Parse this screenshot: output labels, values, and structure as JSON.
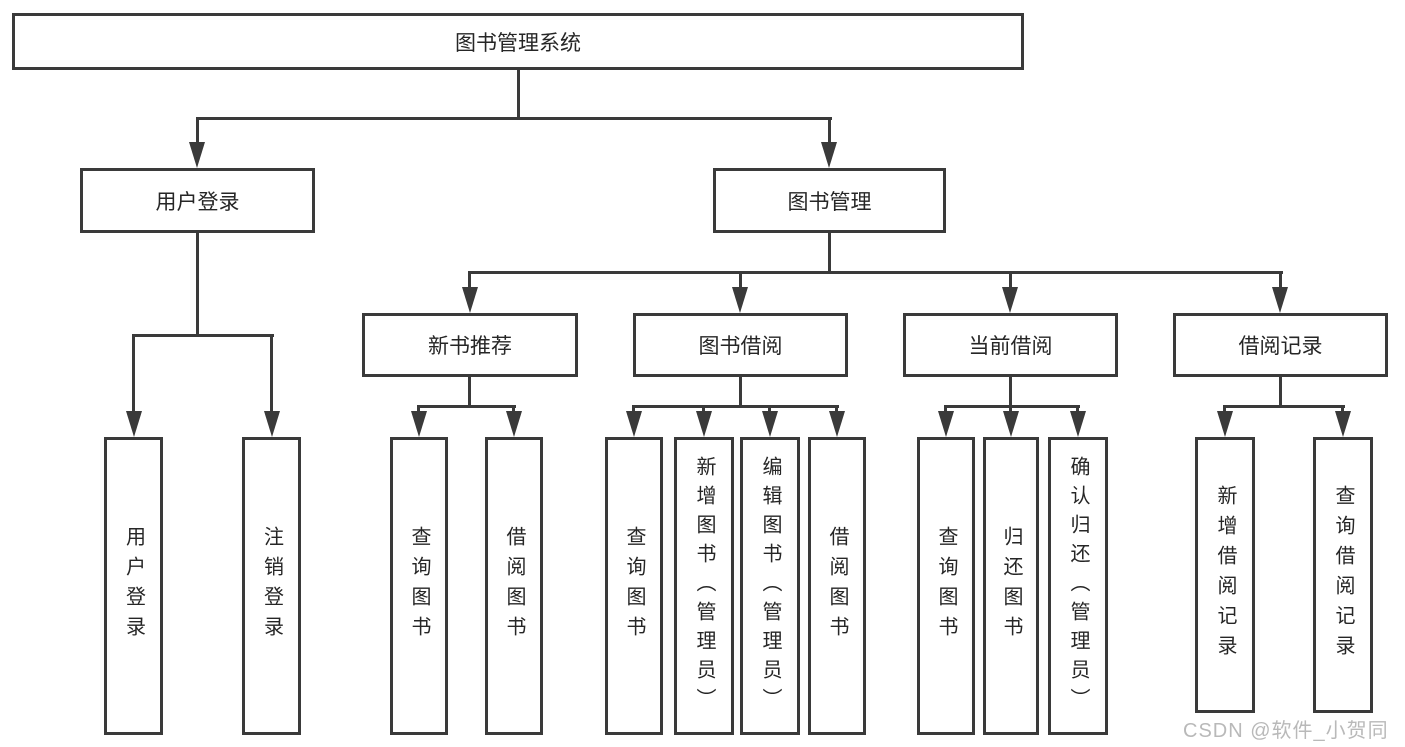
{
  "diagram": {
    "title_hint": "library management system functional structure tree",
    "root": {
      "label": "图书管理系统"
    },
    "branches": [
      {
        "label": "用户登录",
        "children": [
          {
            "label": "用户登录"
          },
          {
            "label": "注销登录"
          }
        ]
      },
      {
        "label": "图书管理",
        "children": [
          {
            "label": "新书推荐",
            "children": [
              {
                "label": "查询图书"
              },
              {
                "label": "借阅图书"
              }
            ]
          },
          {
            "label": "图书借阅",
            "children": [
              {
                "label": "查询图书"
              },
              {
                "label": "新增图书（管理员）"
              },
              {
                "label": "编辑图书（管理员）"
              },
              {
                "label": "借阅图书"
              }
            ]
          },
          {
            "label": "当前借阅",
            "children": [
              {
                "label": "查询图书"
              },
              {
                "label": "归还图书"
              },
              {
                "label": "确认归还（管理员）"
              }
            ]
          },
          {
            "label": "借阅记录",
            "children": [
              {
                "label": "新增借阅记录"
              },
              {
                "label": "查询借阅记录"
              }
            ]
          }
        ]
      }
    ]
  },
  "watermark": {
    "text": "CSDN @软件_小贺同学"
  },
  "colors": {
    "line": "#3a3a3a",
    "text": "#262626",
    "watermark": "#b9b9b9",
    "background": "#ffffff"
  }
}
